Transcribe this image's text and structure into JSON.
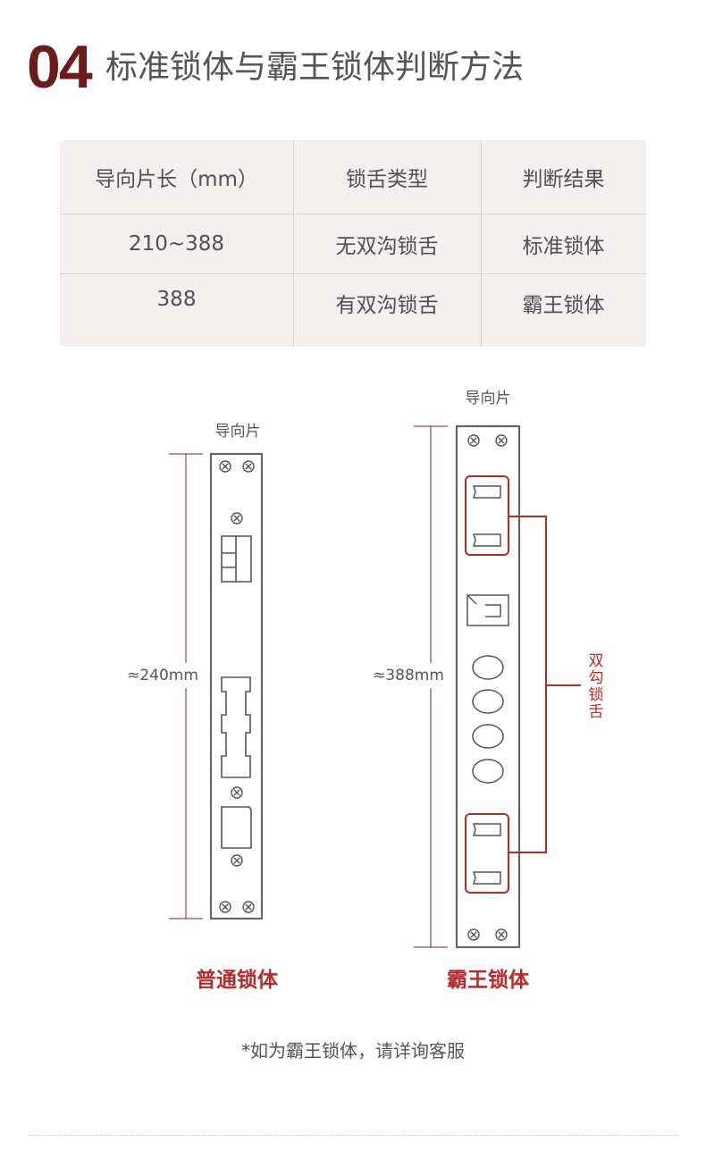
{
  "header": {
    "number": "04",
    "title": "标准锁体与霸王锁体判断方法"
  },
  "table": {
    "headers": [
      "导向片长（mm）",
      "锁舌类型",
      "判断结果"
    ],
    "rows": [
      [
        "210~388",
        "无双沟锁舌",
        "标准锁体"
      ],
      [
        "388",
        "有双沟锁舌",
        "霸王锁体"
      ]
    ]
  },
  "diagram": {
    "left": {
      "guide_label": "导向片",
      "length_label": "≈240mm",
      "name": "普通锁体"
    },
    "right": {
      "guide_label": "导向片",
      "length_label": "≈388mm",
      "name": "霸王锁体",
      "callout_chars": [
        "双",
        "勾",
        "锁",
        "舌"
      ]
    }
  },
  "footnote": "*如为霸王锁体，请详询客服",
  "colors": {
    "accent_dark_red": "#6b1c1c",
    "accent_red": "#b72a2a",
    "outline": "#6a6a6a",
    "table_bg": "#f3f0ef"
  }
}
